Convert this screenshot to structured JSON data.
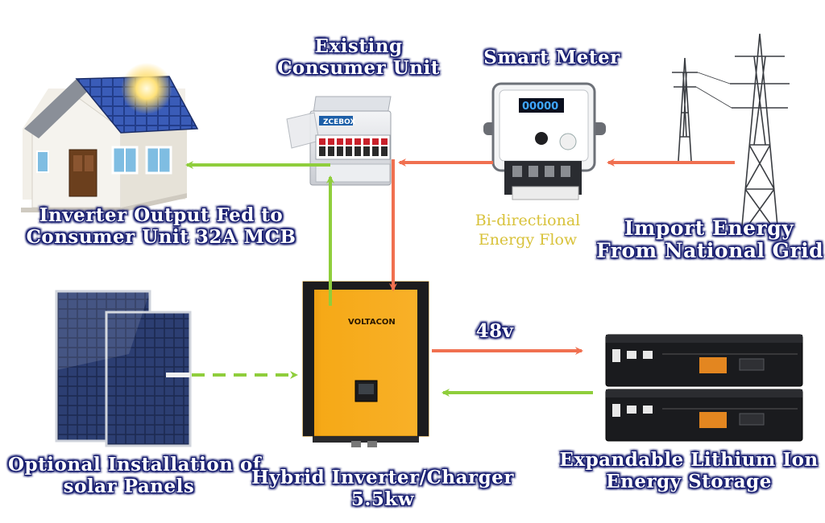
{
  "labels": {
    "consumer_unit": [
      "Existing",
      "Consumer Unit"
    ],
    "smart_meter": "Smart Meter",
    "inverter_output": [
      "Inverter Output Fed to",
      "Consumer Unit 32A MCB"
    ],
    "bidirectional": [
      "Bi-directional",
      "Energy Flow"
    ],
    "import_energy": [
      "Import Energy",
      "From National Grid"
    ],
    "voltage": "48v",
    "solar_panels": [
      "Optional Installation of",
      "solar Panels"
    ],
    "hybrid_inverter": [
      "Hybrid Inverter/Charger",
      "5.5kw"
    ],
    "lithium_storage": [
      "Expandable Lithium Ion",
      "Energy Storage"
    ]
  },
  "device_text": {
    "consumer_unit_brand": "ZCEBOX",
    "inverter_brand": "VOLTACON",
    "meter_reading": "00000"
  },
  "colors": {
    "green_arrow": "#8fce3c",
    "red_arrow": "#f07050",
    "label_outline": "#141a6e",
    "yellow_label": "#d8c23a",
    "inverter_body": "#f6a917"
  }
}
